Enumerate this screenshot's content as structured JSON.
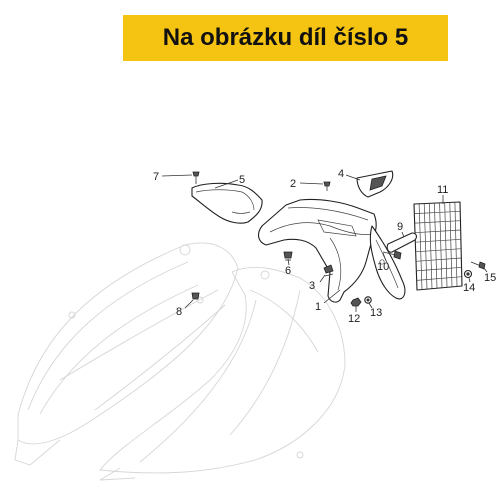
{
  "banner": {
    "text": "Na obrázku díl číslo 5",
    "color": "#f5c311"
  },
  "callouts": [
    {
      "id": "c1",
      "label": "1"
    },
    {
      "id": "c2",
      "label": "2"
    },
    {
      "id": "c3",
      "label": "3"
    },
    {
      "id": "c4",
      "label": "4"
    },
    {
      "id": "c5",
      "label": "5"
    },
    {
      "id": "c6",
      "label": "6"
    },
    {
      "id": "c7",
      "label": "7"
    },
    {
      "id": "c8",
      "label": "8"
    },
    {
      "id": "c9",
      "label": "9"
    },
    {
      "id": "c10",
      "label": "10"
    },
    {
      "id": "c11",
      "label": "11"
    },
    {
      "id": "c12",
      "label": "12"
    },
    {
      "id": "c13",
      "label": "13"
    },
    {
      "id": "c14",
      "label": "14"
    },
    {
      "id": "c15",
      "label": "15"
    }
  ]
}
